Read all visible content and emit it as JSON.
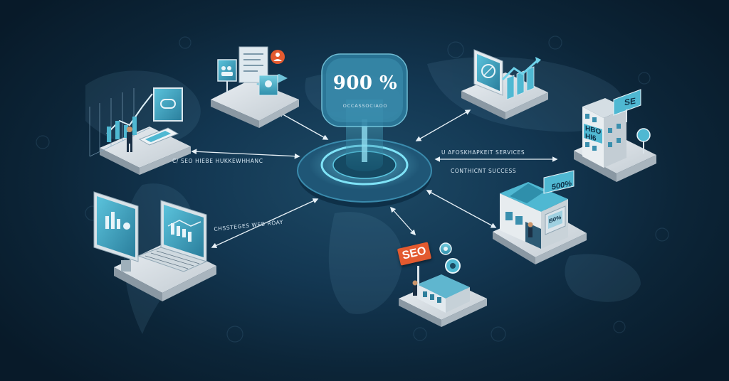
{
  "hub": {
    "value": "900 %",
    "sublabel": "OCCASSOCIAOO"
  },
  "connector_labels": {
    "left_upper": "C/ SEO HIEBE HUKKEWHHANC",
    "left_lower": "CHSSTEGES WEB ROAY",
    "right_upper": "U AFOSKHAPKEIT SERVICES",
    "right_lower": "CONTHICNT SUCCESS"
  },
  "signs": {
    "seo": "SEO",
    "right_board": "SE",
    "store_board": "500%",
    "building_sign": "HBO\nHI6",
    "store_window": "B0%"
  },
  "colors": {
    "background": "#0d2a40",
    "accent_teal": "#4fb8d2",
    "seo_orange": "#e35a2f"
  }
}
